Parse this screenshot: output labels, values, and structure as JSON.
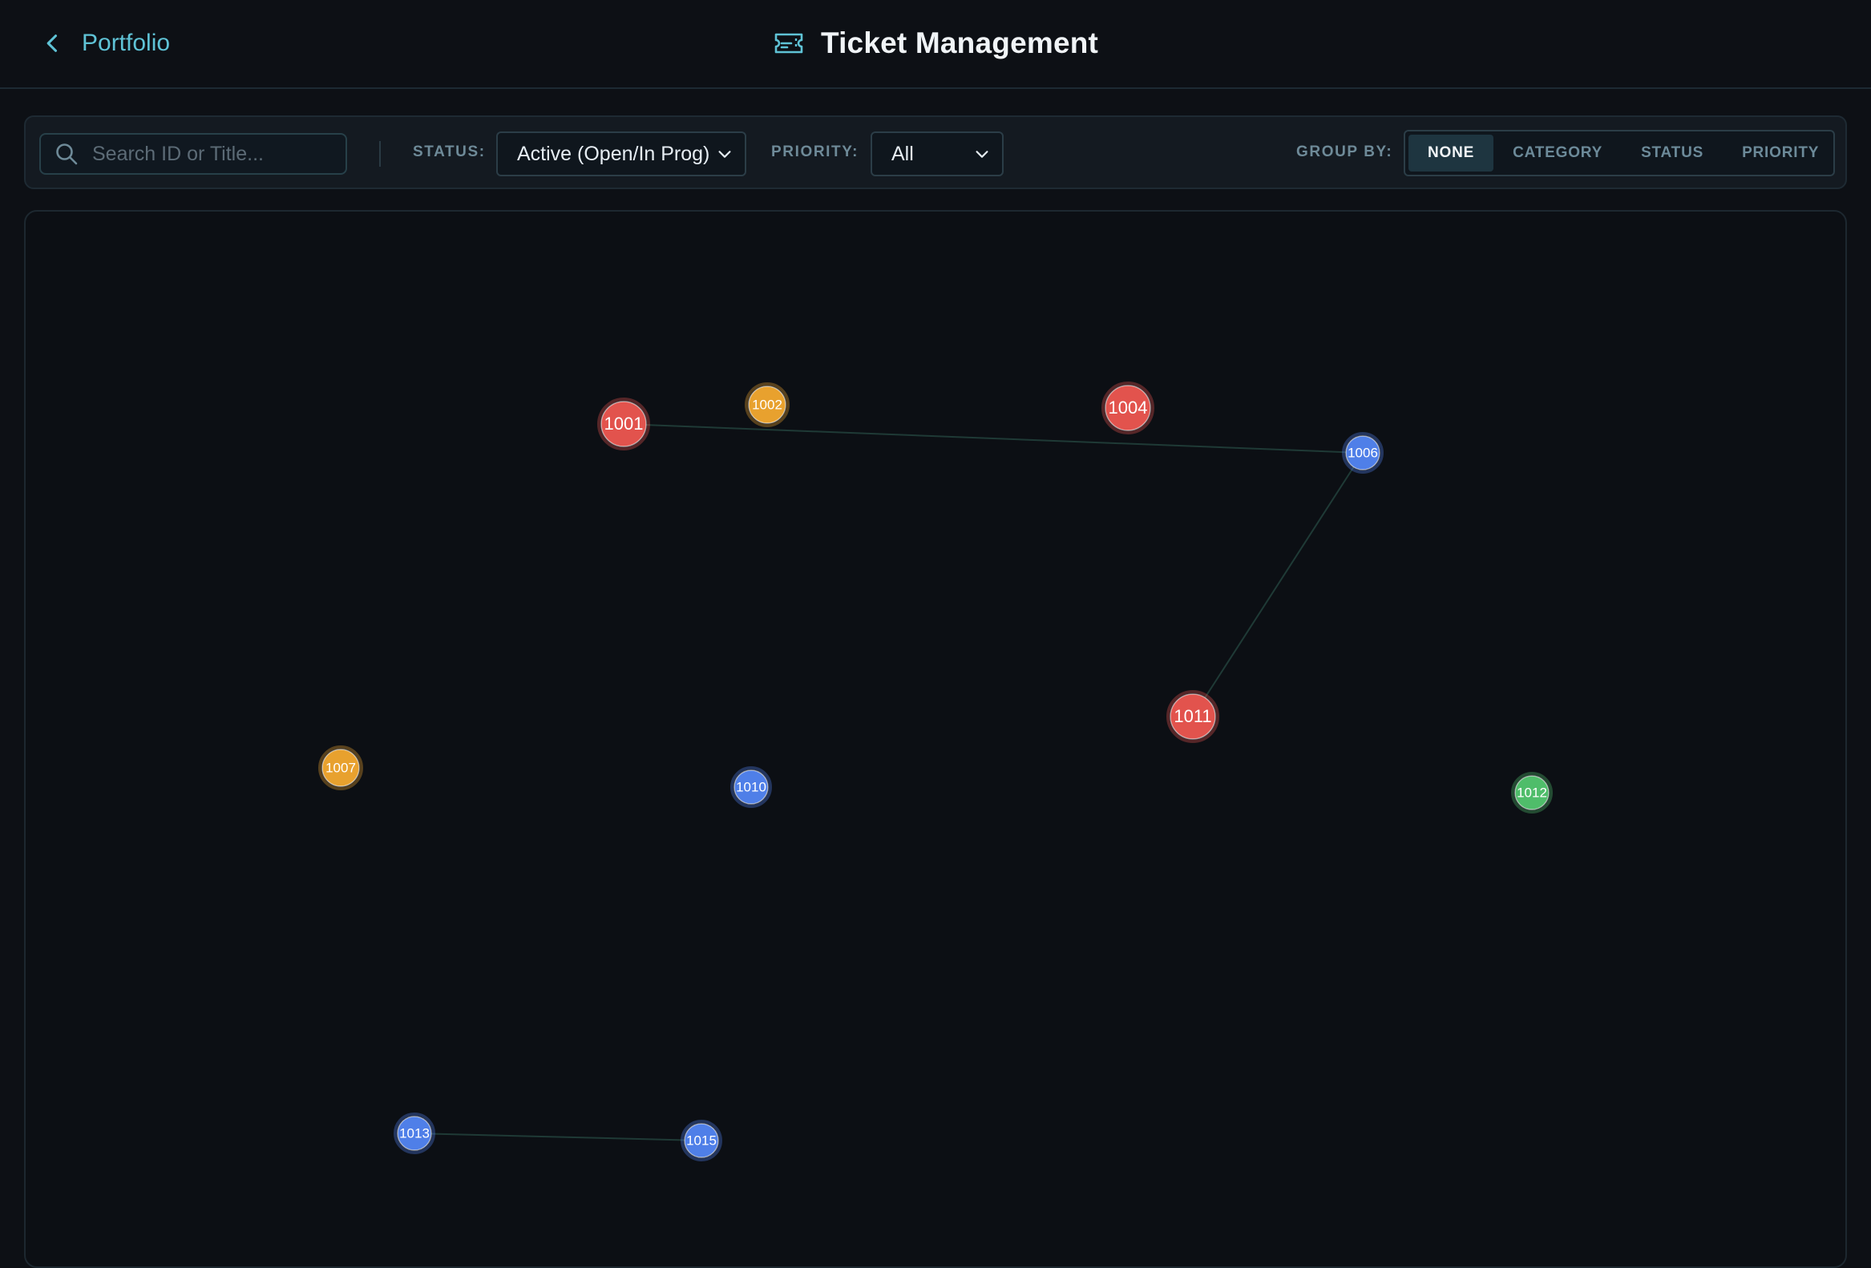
{
  "header": {
    "back_label": "Portfolio",
    "title": "Ticket Management"
  },
  "toolbar": {
    "search_placeholder": "Search ID or Title...",
    "status_label": "STATUS:",
    "status_value": "Active (Open/In Prog)",
    "priority_label": "PRIORITY:",
    "priority_value": "All",
    "group_by_label": "GROUP BY:",
    "group_by_options": [
      "NONE",
      "CATEGORY",
      "STATUS",
      "PRIORITY"
    ],
    "group_by_selected": "NONE"
  },
  "colors": {
    "red": "#e2534d",
    "orange": "#e8a12e",
    "blue": "#4f7fe8",
    "green": "#4fbd6a",
    "edge": "#1f3a36"
  },
  "graph": {
    "nodes": [
      {
        "id": "1001",
        "color": "red"
      },
      {
        "id": "1002",
        "color": "orange"
      },
      {
        "id": "1004",
        "color": "red"
      },
      {
        "id": "1006",
        "color": "blue"
      },
      {
        "id": "1007",
        "color": "orange"
      },
      {
        "id": "1010",
        "color": "blue"
      },
      {
        "id": "1011",
        "color": "red"
      },
      {
        "id": "1012",
        "color": "green"
      },
      {
        "id": "1013",
        "color": "blue"
      },
      {
        "id": "1015",
        "color": "blue"
      }
    ],
    "edges": [
      [
        "1001",
        "1006"
      ],
      [
        "1006",
        "1011"
      ],
      [
        "1013",
        "1015"
      ]
    ]
  }
}
